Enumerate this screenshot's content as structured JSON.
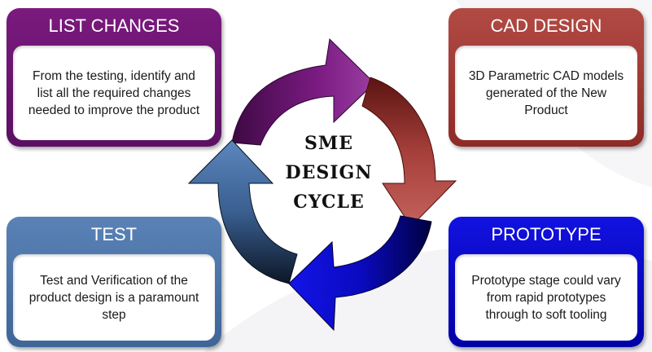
{
  "center": {
    "line1": "SME",
    "line2": "DESIGN",
    "line3": "CYCLE"
  },
  "stages": {
    "list_changes": {
      "title": "LIST CHANGES",
      "body": "From the testing, identify and list all the required changes needed to improve the product",
      "color": "#6a1570"
    },
    "cad_design": {
      "title": "CAD DESIGN",
      "body": "3D Parametric CAD models generated of the New Product",
      "color": "#a03c38"
    },
    "test": {
      "title": "TEST",
      "body": "Test and Verification of the product design is a paramount step",
      "color": "#4d75aa"
    },
    "prototype": {
      "title": "PROTOTYPE",
      "body": "Prototype stage could vary from rapid prototypes through to soft tooling",
      "color": "#0a0ad0"
    }
  }
}
